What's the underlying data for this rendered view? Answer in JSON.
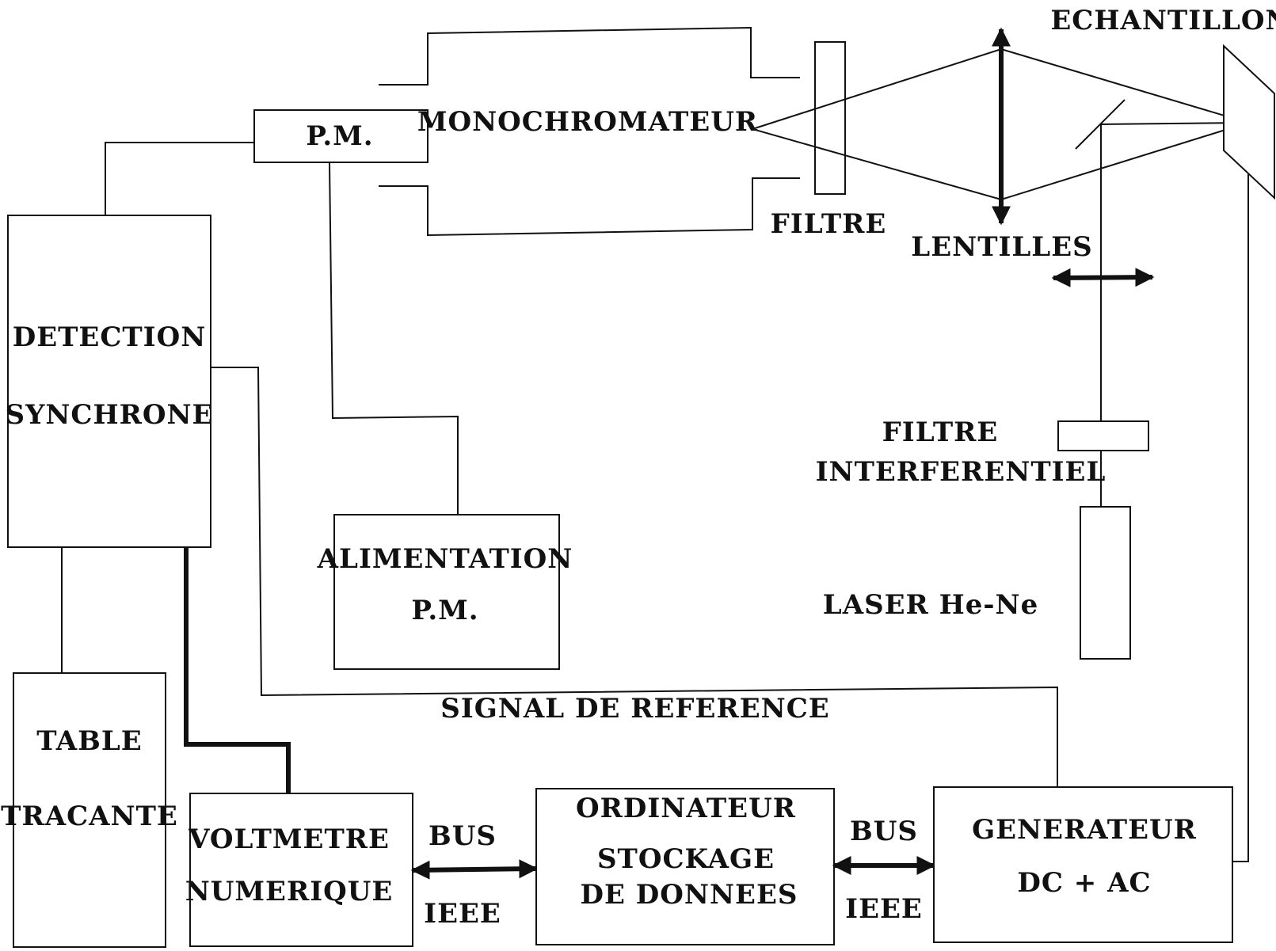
{
  "labels": {
    "pm": "P.M.",
    "monochromateur": "MONOCHROMATEUR",
    "filtre": "FILTRE",
    "lentilles": "LENTILLES",
    "echantillon": "ECHANTILLON",
    "detection": "DETECTION",
    "synchrone": "SYNCHRONE",
    "filtre_interf_1": "FILTRE",
    "filtre_interf_2": "INTERFERENTIEL",
    "alimentation": "ALIMENTATION",
    "alimentation_pm": "P.M.",
    "laser": "LASER He-Ne",
    "signal_reference": "SIGNAL DE REFERENCE",
    "table": "TABLE",
    "tracante": "TRACANTE",
    "voltmetre": "VOLTMETRE",
    "numerique": "NUMERIQUE",
    "bus_left": "BUS",
    "ieee_left": "IEEE",
    "ordinateur": "ORDINATEUR",
    "stockage": "STOCKAGE",
    "de_donnees": "DE DONNEES",
    "bus_right": "BUS",
    "ieee_right": "IEEE",
    "generateur": "GENERATEUR",
    "dc_ac": "DC + AC"
  }
}
